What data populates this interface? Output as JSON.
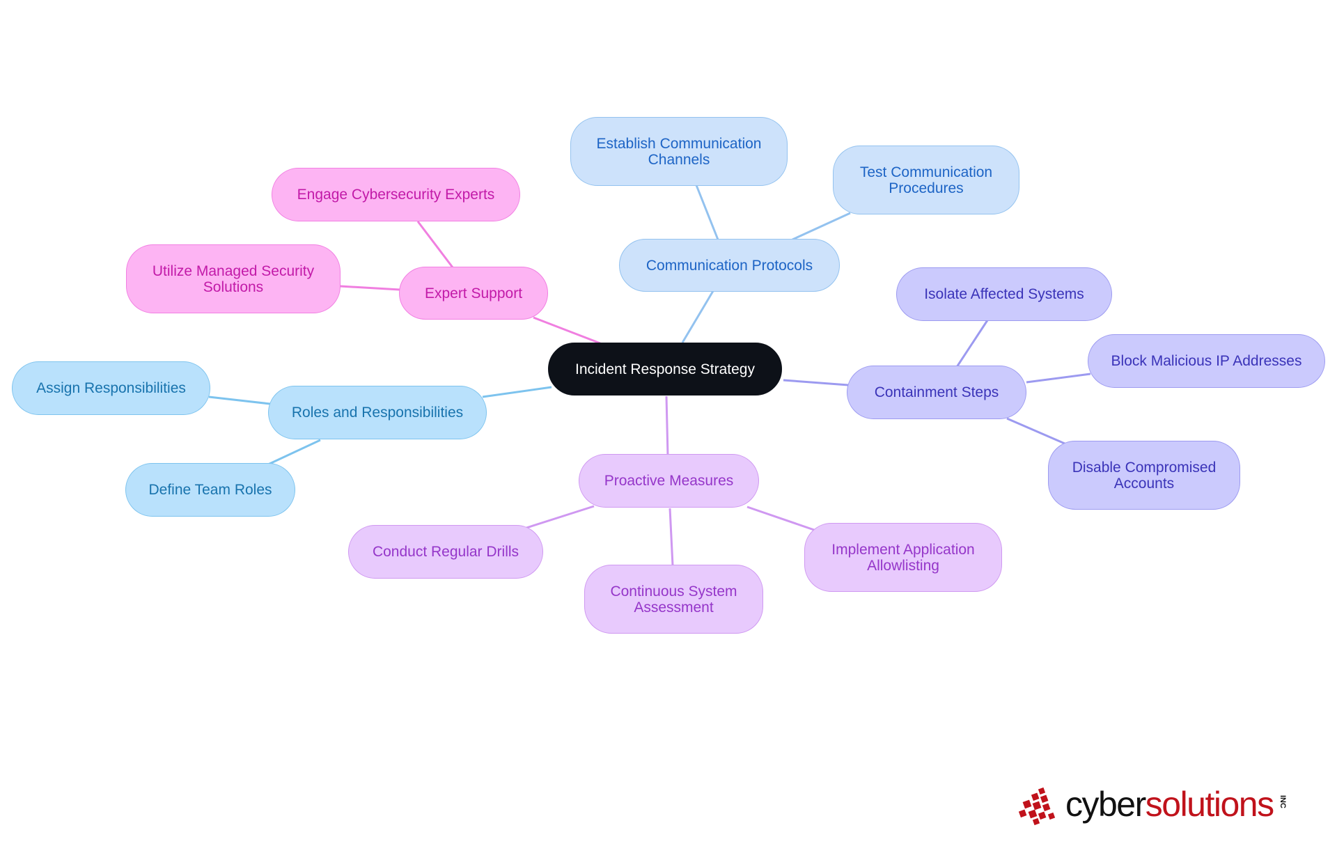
{
  "root": "Incident Response Strategy",
  "branches": {
    "expert_support": {
      "label": "Expert Support",
      "children": [
        "Engage Cybersecurity Experts",
        "Utilize Managed Security Solutions"
      ]
    },
    "communication_protocols": {
      "label": "Communication Protocols",
      "children": [
        "Establish Communication Channels",
        "Test Communication Procedures"
      ]
    },
    "containment_steps": {
      "label": "Containment Steps",
      "children": [
        "Isolate Affected Systems",
        "Block Malicious IP Addresses",
        "Disable Compromised Accounts"
      ]
    },
    "roles_and_responsibilities": {
      "label": "Roles and Responsibilities",
      "children": [
        "Assign Responsibilities",
        "Define Team Roles"
      ]
    },
    "proactive_measures": {
      "label": "Proactive Measures",
      "children": [
        "Conduct Regular Drills",
        "Continuous System Assessment",
        "Implement Application Allowlisting"
      ]
    }
  },
  "colors": {
    "root_fill": "#0d1118",
    "pink_link": "#f07fe0",
    "blue_link": "#93c2ef",
    "sky_link": "#7dc3ee",
    "indigo_link": "#9c9af0",
    "violet_link": "#cf98f1",
    "logo_red": "#c0121b"
  },
  "logo": {
    "part1": "cyber",
    "part2": "solutions",
    "suffix": "INC"
  }
}
